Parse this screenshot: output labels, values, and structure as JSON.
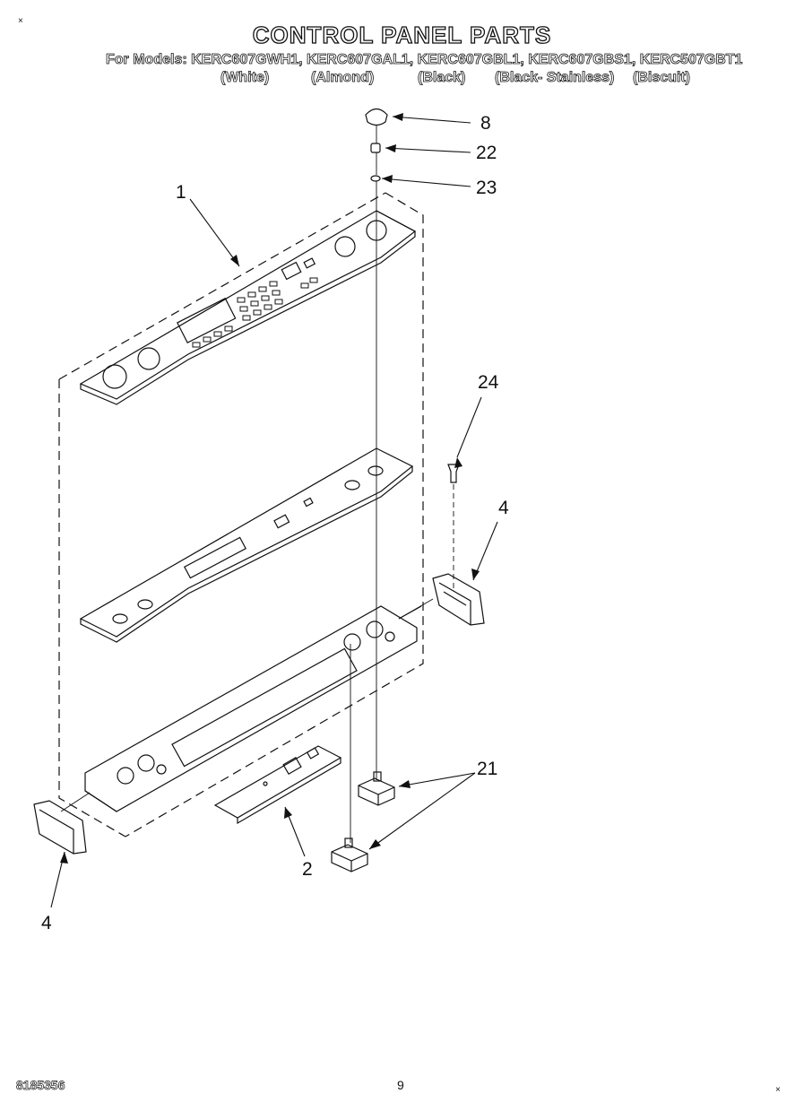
{
  "header": {
    "title": "CONTROL PANEL PARTS",
    "models_line": "For Models: KERC607GWH1, KERC607GAL1, KERC607GBL1, KERC607GBS1, KERC507GBT1",
    "finishes": [
      "(White)",
      "(Almond)",
      "(Black)",
      "(Black- Stainless)",
      "(Biscuit)"
    ]
  },
  "callouts": {
    "c8": "8",
    "c22": "22",
    "c23": "23",
    "c1": "1",
    "c24": "24",
    "c4_right": "4",
    "c21": "21",
    "c2": "2",
    "c4_left": "4"
  },
  "footer": {
    "doc_number": "8185356",
    "page_number": "9"
  }
}
